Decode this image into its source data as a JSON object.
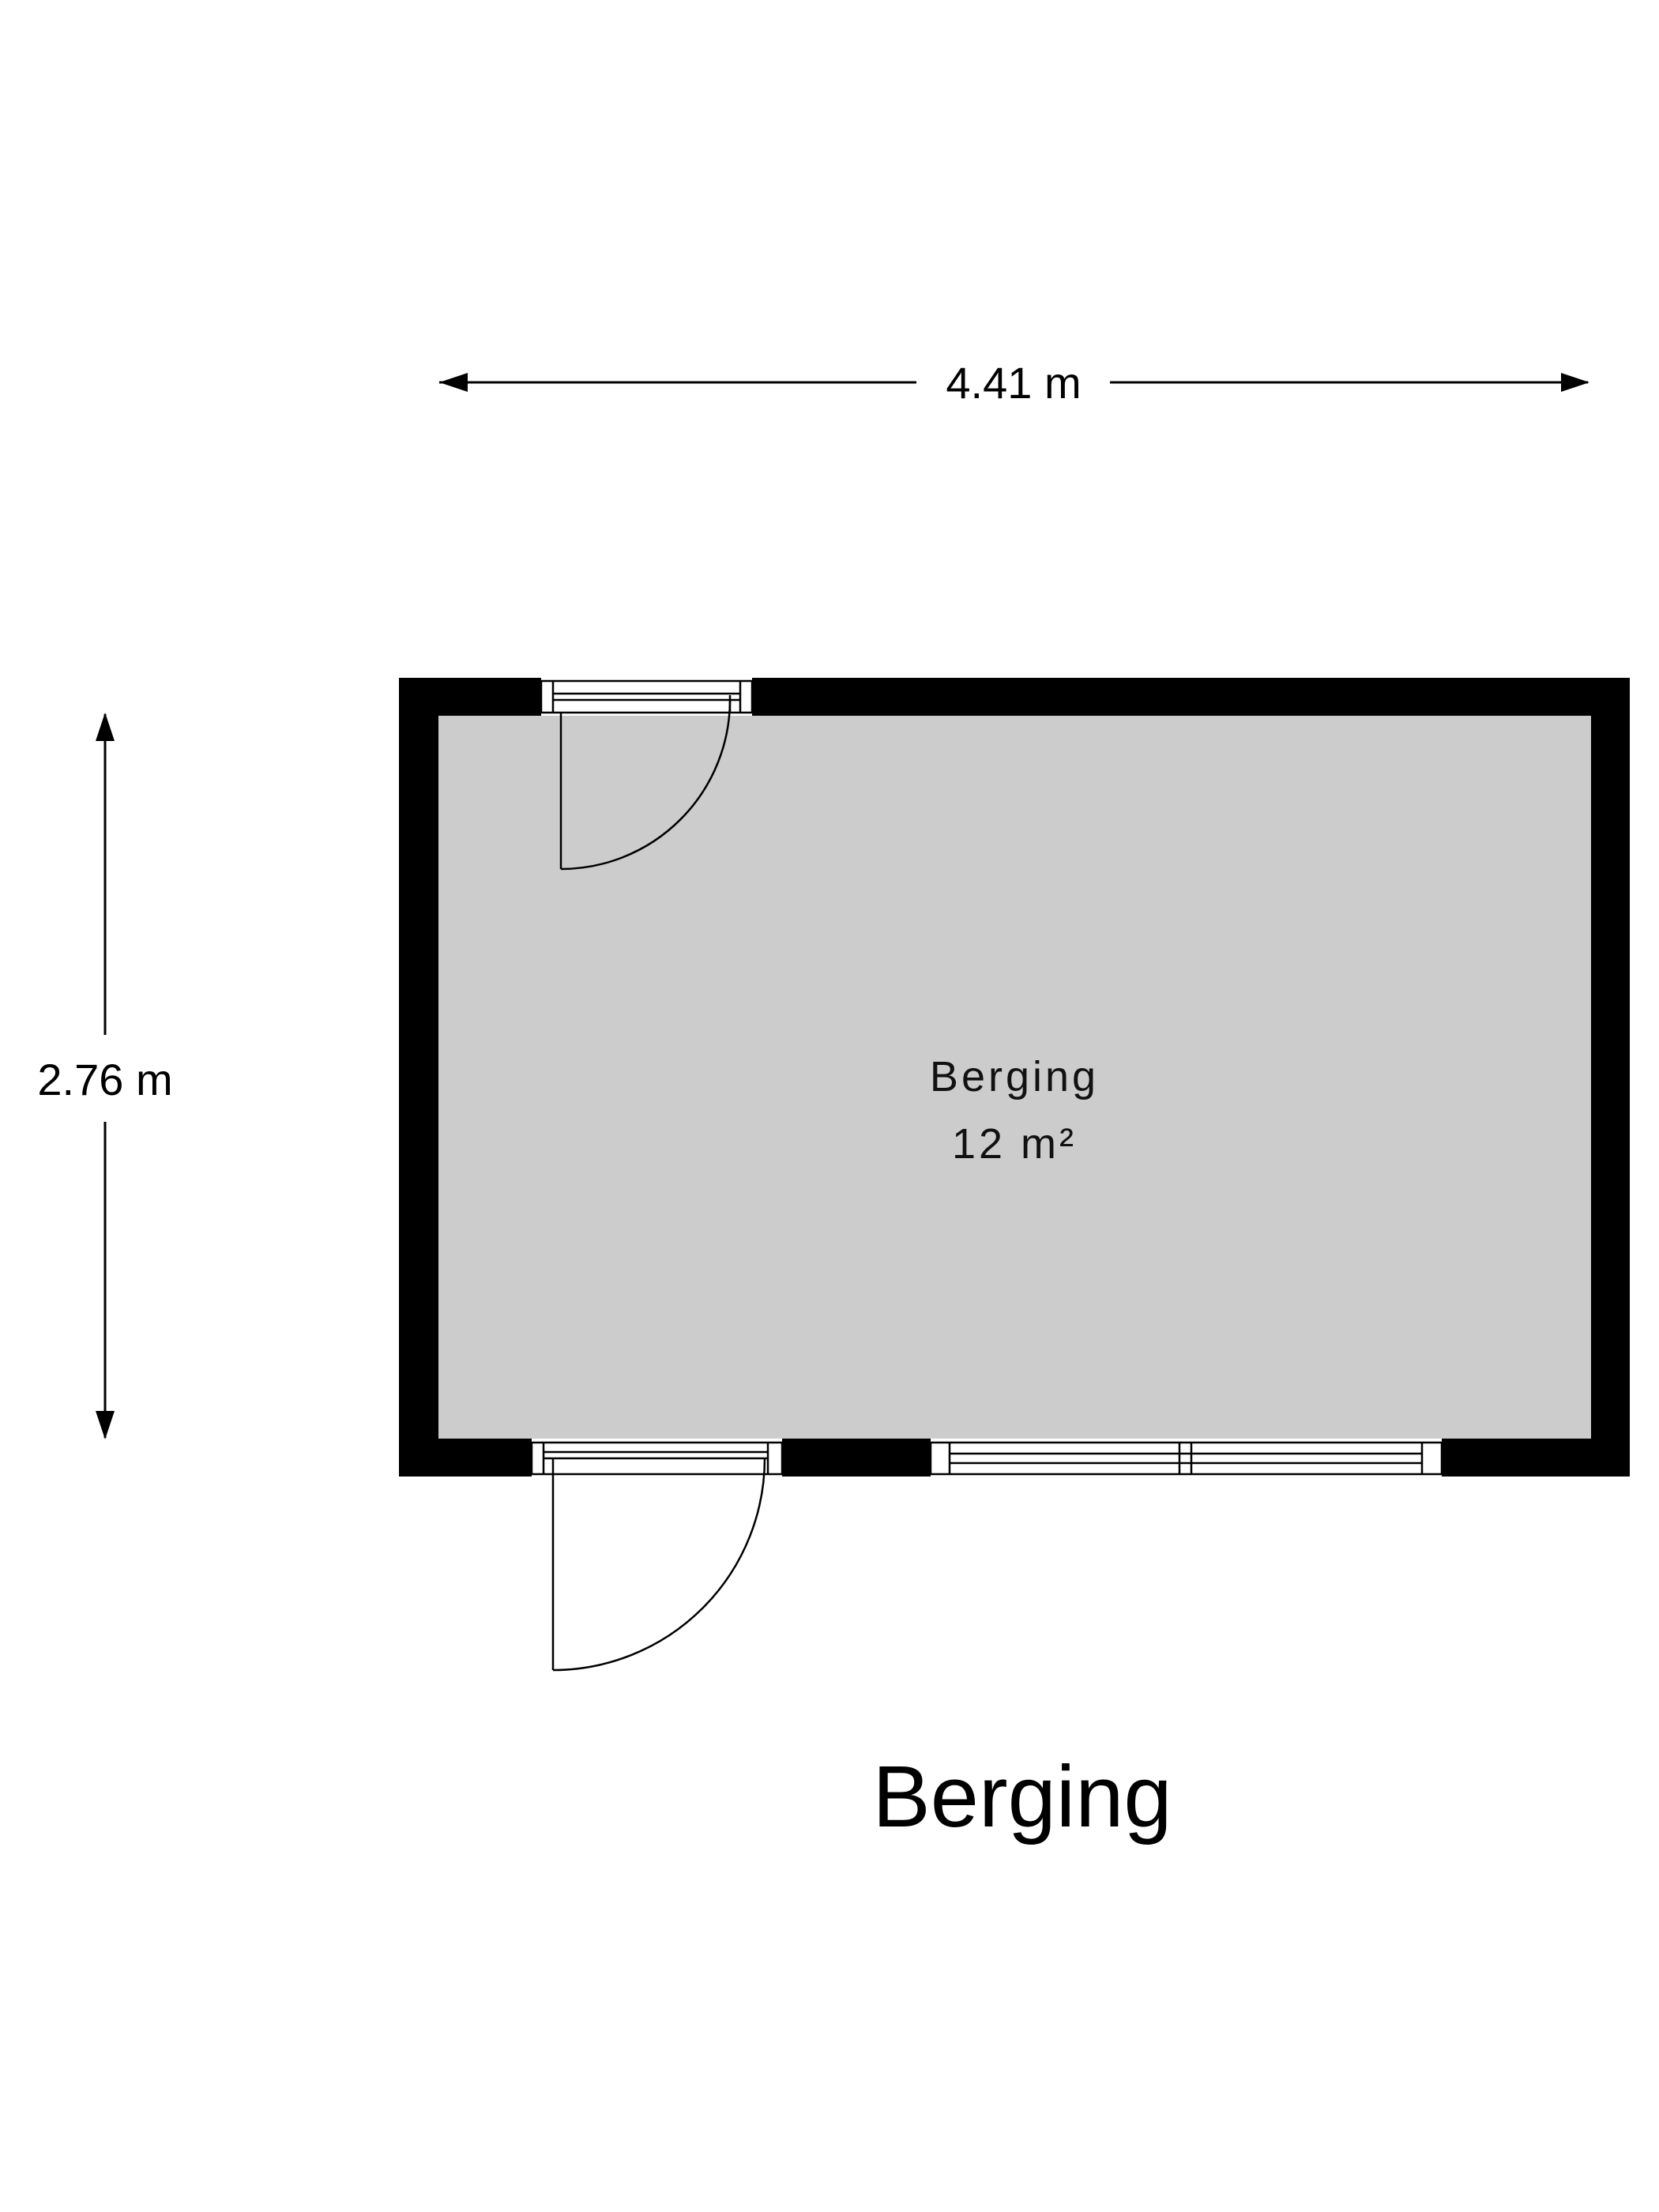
{
  "plan": {
    "title": "Berging",
    "room": {
      "name": "Berging",
      "area": "12 m²"
    },
    "dimensions": {
      "width": "4.41 m",
      "height": "2.76 m"
    },
    "colors": {
      "wall": "#000000",
      "floor": "#cccccc",
      "background": "#ffffff"
    }
  }
}
